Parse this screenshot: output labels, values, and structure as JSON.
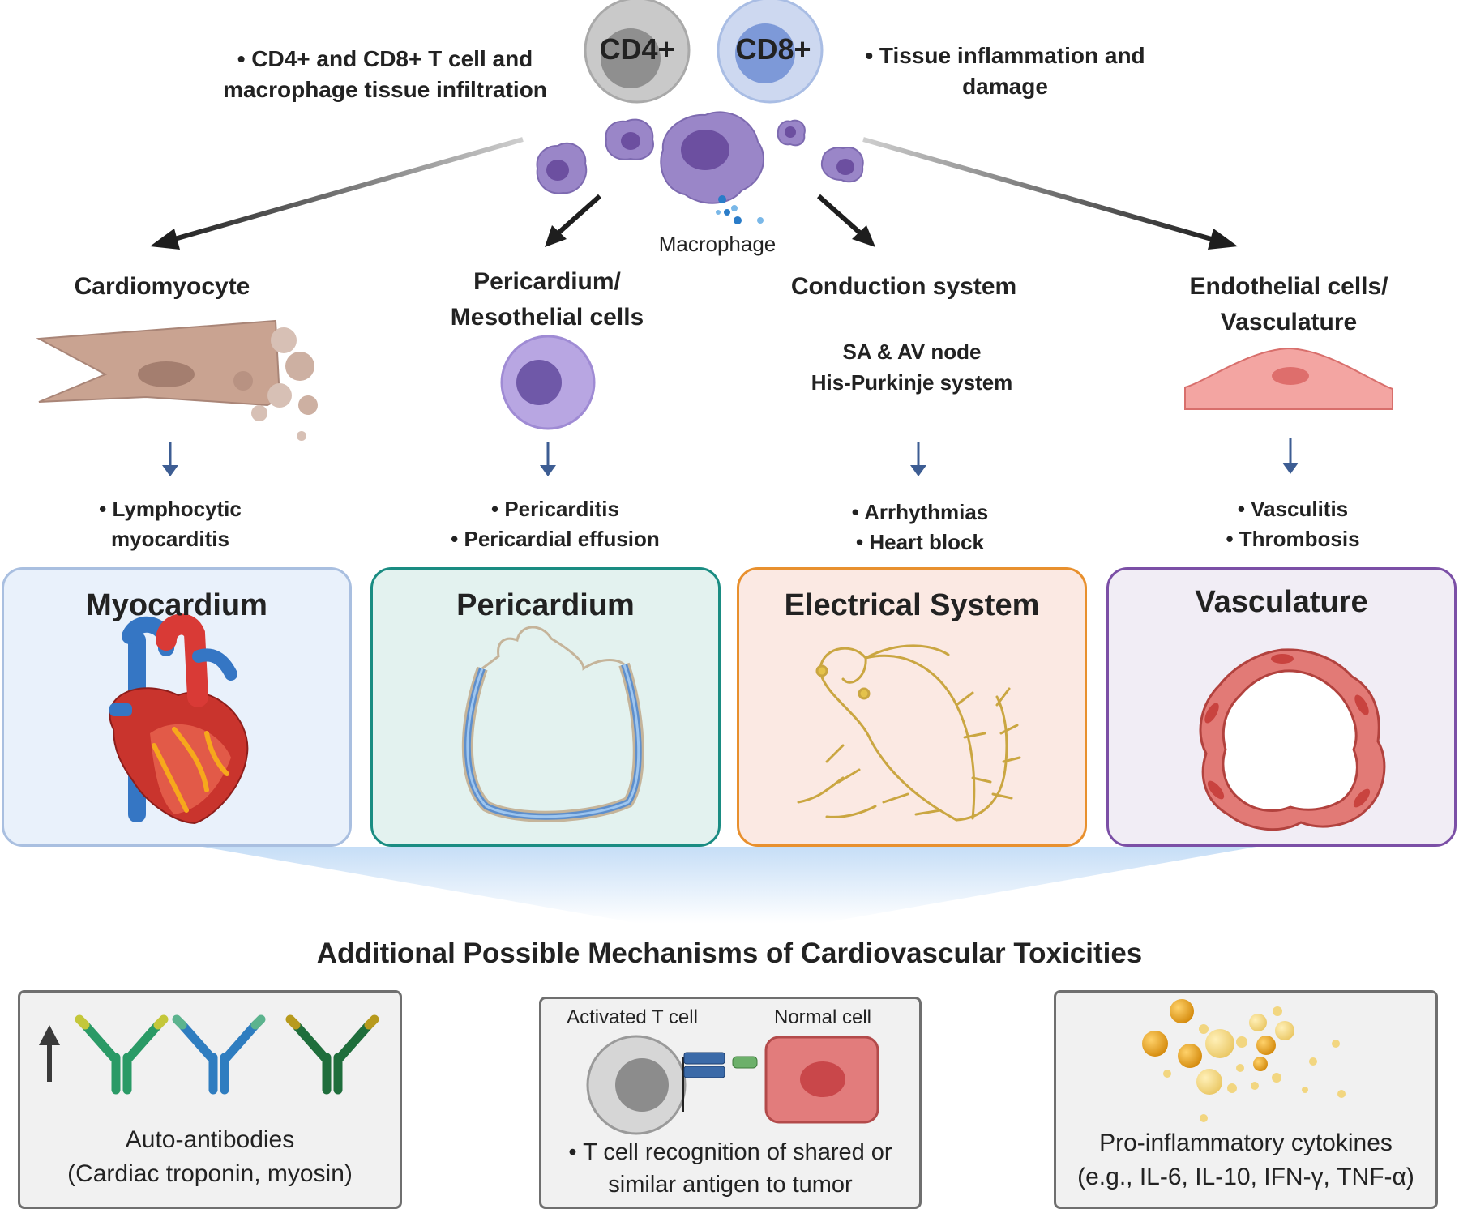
{
  "top": {
    "left_note_line1": "• CD4+ and CD8+ T cell and",
    "left_note_line2": "macrophage tissue infiltration",
    "right_note_line1": "• Tissue inflammation and",
    "right_note_line2": "damage",
    "cd4_label": "CD4+",
    "cd8_label": "CD8+",
    "macrophage_label": "Macrophage"
  },
  "columns": [
    {
      "title_line1": "Cardiomyocyte",
      "title_line2": "",
      "detail_line1": "",
      "detail_line2": "",
      "effect_line1": "• Lymphocytic",
      "effect_line2": "myocarditis",
      "box_label": "Myocardium",
      "box_color": "#a9bfe0",
      "box_fill": "#e9f1fb"
    },
    {
      "title_line1": "Pericardium/",
      "title_line2": "Mesothelial cells",
      "detail_line1": "",
      "detail_line2": "",
      "effect_line1": "• Pericarditis",
      "effect_line2": "• Pericardial effusion",
      "box_label": "Pericardium",
      "box_color": "#1a8c82",
      "box_fill": "#e3f2ef"
    },
    {
      "title_line1": "Conduction system",
      "title_line2": "",
      "detail_line1": "SA & AV node",
      "detail_line2": "His-Purkinje system",
      "effect_line1": "• Arrhythmias",
      "effect_line2": "• Heart block",
      "box_label": "Electrical System",
      "box_color": "#e8902e",
      "box_fill": "#fbe9e3"
    },
    {
      "title_line1": "Endothelial cells/",
      "title_line2": "Vasculature",
      "detail_line1": "",
      "detail_line2": "",
      "effect_line1": "• Vasculitis",
      "effect_line2": "• Thrombosis",
      "box_label": "Vasculature",
      "box_color": "#7b4fa6",
      "box_fill": "#f1edf5"
    }
  ],
  "mechanisms": {
    "heading": "Additional Possible Mechanisms of Cardiovascular Toxicities",
    "autoantibody_line1": "Auto-antibodies",
    "autoantibody_line2": "(Cardiac troponin, myosin)",
    "tcell_label": "Activated T cell",
    "normal_cell_label": "Normal cell",
    "recognition_line1": "• T cell recognition of shared or",
    "recognition_line2": "similar antigen to tumor",
    "cytokine_line1": "Pro-inflammatory cytokines",
    "cytokine_line2": "(e.g., IL-6, IL-10, IFN-γ, TNF-α)"
  },
  "colors": {
    "macrophage": "#9a86c8",
    "arrow": "#1e1e1e",
    "down_arrow": "#3d5d93",
    "artery_red": "#d33b3b",
    "vein_blue": "#3576c4"
  },
  "icons": {
    "cd4": "cd4-tcell-icon",
    "cd8": "cd8-tcell-icon",
    "macrophage": "macrophage-icon",
    "cardiomyocyte": "cardiomyocyte-icon",
    "mesothelial": "mesothelial-cell-icon",
    "endothelial": "endothelial-cell-icon",
    "heart": "heart-icon",
    "pericardium": "pericardium-icon",
    "conduction": "conduction-system-icon",
    "vessel": "vessel-cross-section-icon",
    "antibody": "antibody-icon",
    "up_arrow": "up-arrow-icon",
    "cytokine": "cytokine-icon"
  }
}
